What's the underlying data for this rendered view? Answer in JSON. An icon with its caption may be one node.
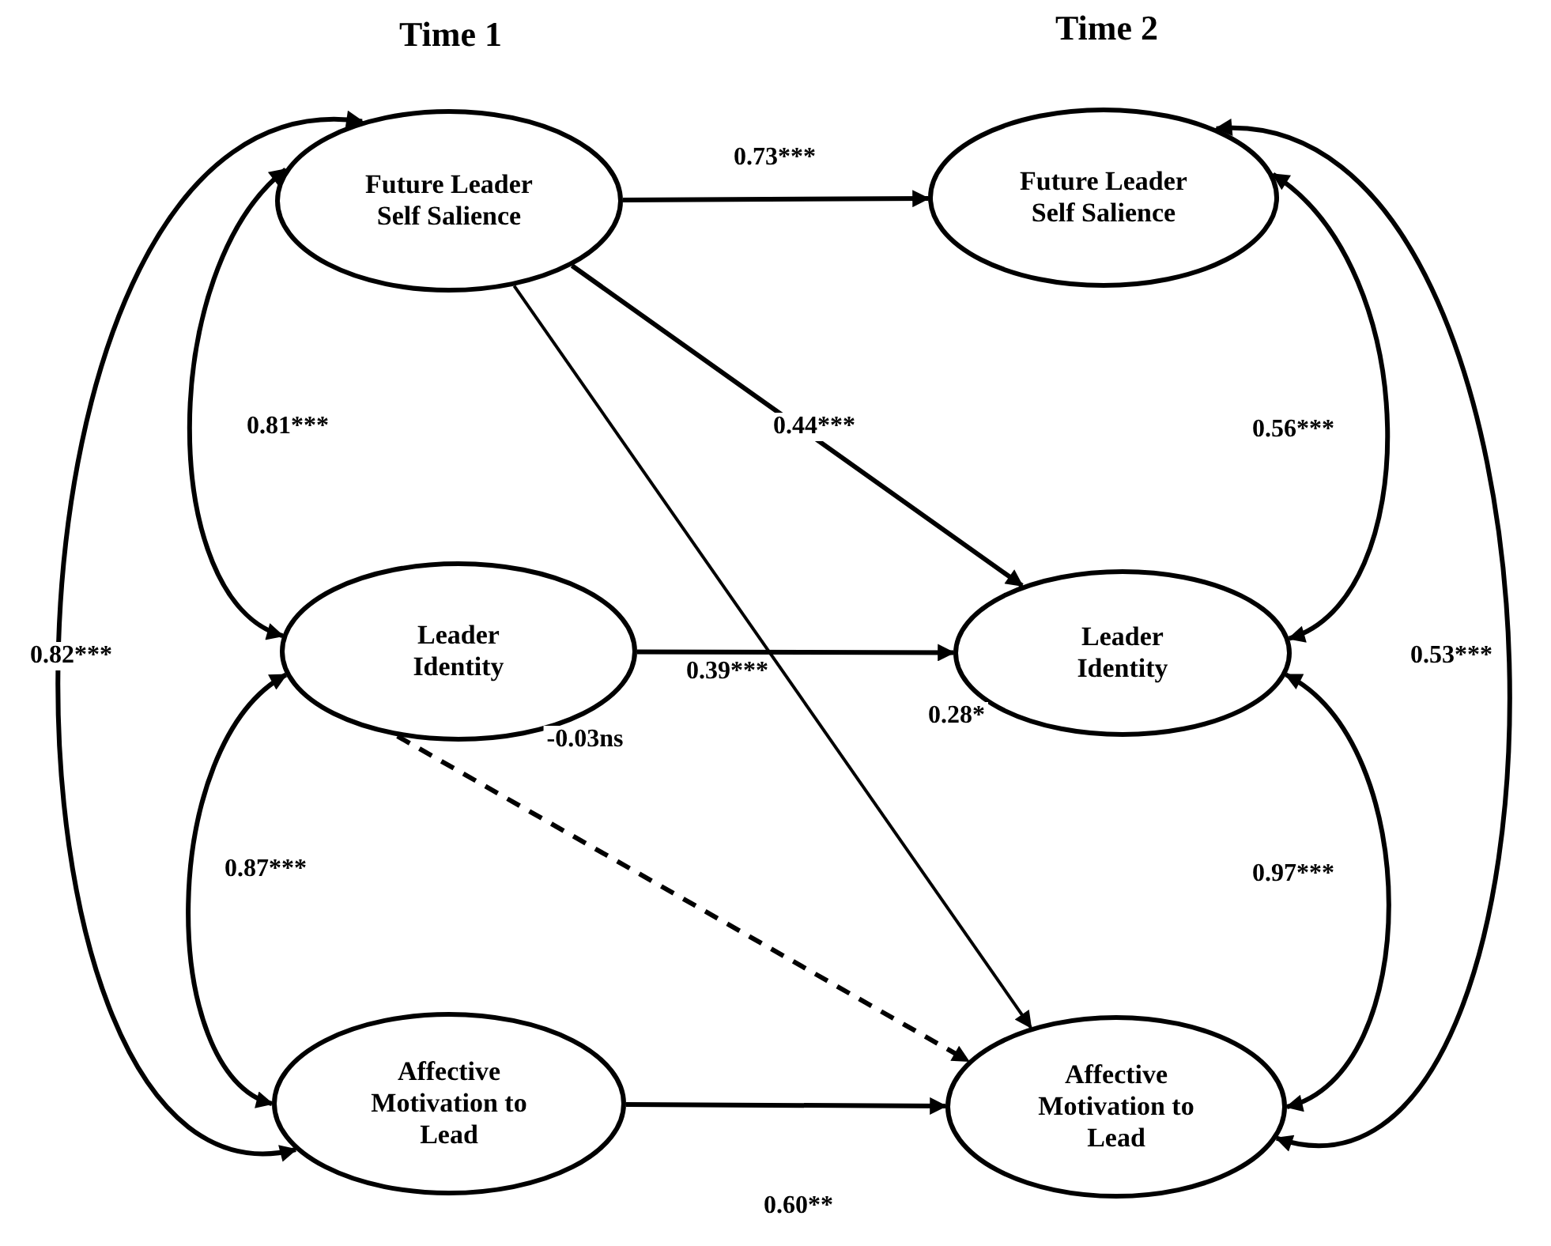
{
  "diagram": {
    "nodes": [
      {
        "text": [
          "Future Leader Self Salience"
        ]
      },
      {
        "text": [
          "Leader Identity"
        ]
      },
      {
        "text": [
          "Affective Motivation to Lead"
        ]
      },
      {
        "text": [
          "Future Leader Self Salience"
        ]
      },
      {
        "text": [
          "Leader Identity"
        ]
      },
      {
        "text": [
          "Affective Motivation to Lead"
        ]
      }
    ],
    "edges": [
      {
        "from": 0,
        "to": 3,
        "arrow": "to",
        "label": "0.73***"
      },
      {
        "from": 0,
        "to": 4,
        "arrow": "to",
        "label": "0.44***"
      },
      {
        "from": 0,
        "to": 5,
        "arrow": "to",
        "label": "0.28*"
      },
      {
        "from": 1,
        "to": 4,
        "arrow": "to",
        "label": "0.39***"
      },
      {
        "from": 1,
        "to": 5,
        "arrow": "to",
        "label": "-0.03ns",
        "style": "dashed"
      },
      {
        "from": 2,
        "to": 5,
        "arrow": "to",
        "label": "0.60**"
      },
      {
        "from": 0,
        "to": 1,
        "arrow": "both",
        "label": "0.81***"
      },
      {
        "from": 1,
        "to": 2,
        "arrow": "both",
        "label": "0.87***"
      },
      {
        "from": 0,
        "to": 2,
        "arrow": "both",
        "label": "0.82***"
      },
      {
        "from": 3,
        "to": 4,
        "arrow": "both",
        "label": "0.56***"
      },
      {
        "from": 4,
        "to": 5,
        "arrow": "both",
        "label": "0.97***"
      },
      {
        "from": 3,
        "to": 5,
        "arrow": "both",
        "label": "0.53***"
      }
    ],
    "labels": [
      "Time 1",
      "Time 2"
    ]
  }
}
